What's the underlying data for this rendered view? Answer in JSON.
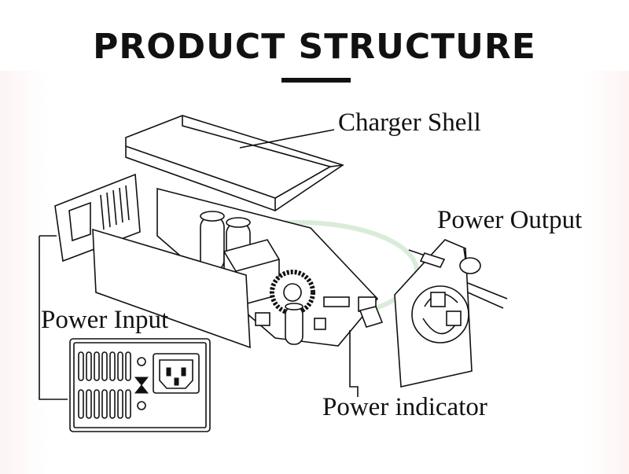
{
  "title": "PRODUCT STRUCTURE",
  "labels": {
    "charger_shell": "Charger Shell",
    "power_output": "Power Output",
    "power_input": "Power Input",
    "power_indicator": "Power indicator"
  },
  "colors": {
    "ink": "#111111",
    "background": "#ffffff",
    "watermark": "#d9ecd9"
  }
}
